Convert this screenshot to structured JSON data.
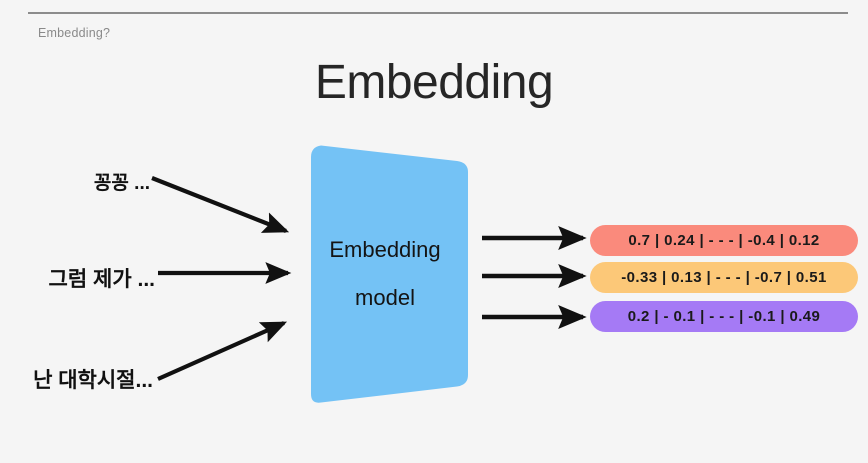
{
  "slide": {
    "background_color": "#f5f5f5",
    "breadcrumb": "Embedding?",
    "title": "Embedding"
  },
  "inputs": [
    {
      "id": "input-1",
      "text": "꽁꽁 ..."
    },
    {
      "id": "input-2",
      "text": "그럼 제가 ..."
    },
    {
      "id": "input-3",
      "text": "난 대학시절..."
    }
  ],
  "model": {
    "line1": "Embedding",
    "line2": "model",
    "color": "#74c2f5"
  },
  "outputs": [
    {
      "id": "vector-1",
      "text": "0.7 | 0.24 | - - - | -0.4 | 0.12",
      "color": "#fa8a7c"
    },
    {
      "id": "vector-2",
      "text": "-0.33 | 0.13 | - - - | -0.7 | 0.51",
      "color": "#fcc878"
    },
    {
      "id": "vector-3",
      "text": "0.2 | - 0.1 | - - - | -0.1 | 0.49",
      "color": "#a57af5"
    }
  ],
  "arrows": {
    "stroke_color": "#111111",
    "input_arrow_count": 3,
    "output_arrow_count": 3
  }
}
